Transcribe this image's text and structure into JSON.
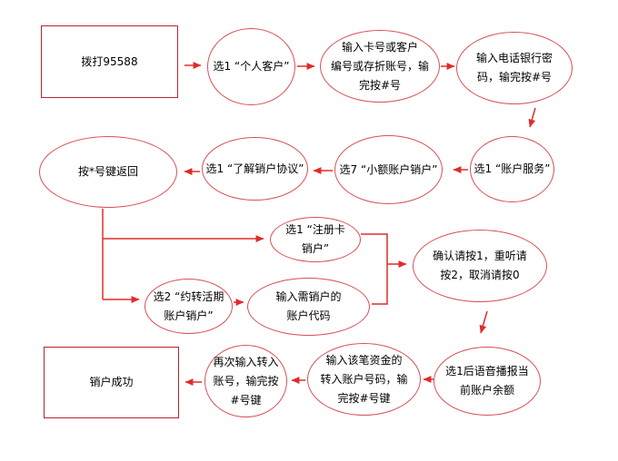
{
  "diagram": {
    "description": "Phone-banking account closing flowchart (IVR steps for 95588)",
    "colors": {
      "rectangle_border": "#b3272d",
      "ellipse_border": "#d94f54",
      "arrow": "#e02b2b",
      "text": "#000000",
      "background": "#ffffff"
    },
    "nodes": {
      "dial": {
        "shape": "rectangle",
        "label": "拨打95588"
      },
      "personal_customer": {
        "shape": "ellipse",
        "label": "选1 “个人客户”"
      },
      "card_number": {
        "shape": "ellipse",
        "label": "输入卡号或客户\n编号或存折账号，输\n完按#号"
      },
      "password": {
        "shape": "ellipse",
        "label": "输入电话银行密\n码，输完按#号"
      },
      "account_service": {
        "shape": "ellipse",
        "label": "选1 “账户服务”"
      },
      "small_account_close": {
        "shape": "ellipse",
        "label": "选7 “小额账户销户”"
      },
      "close_agreement": {
        "shape": "ellipse",
        "label": "选1 “了解销户协议”"
      },
      "return_key": {
        "shape": "ellipse",
        "label": "按*号键返回"
      },
      "reg_card_close": {
        "shape": "ellipse",
        "label": "选1 “注册卡\n销户”"
      },
      "auto_transfer_close": {
        "shape": "ellipse",
        "label": "选2 “约转活期\n账户销户”"
      },
      "account_code": {
        "shape": "ellipse",
        "label": "输入需销户的\n账户代码"
      },
      "confirm": {
        "shape": "ellipse",
        "label": "确认请按1，重听请\n按2，取消请按0"
      },
      "voice_balance": {
        "shape": "ellipse",
        "label": "选1后语音播报当\n前账户余额"
      },
      "transfer_account": {
        "shape": "ellipse",
        "label": "输入该笔资金的\n转入账户号码，输\n完按#号键"
      },
      "reenter_account": {
        "shape": "ellipse",
        "label": "再次输入转入\n账号，输完按\n#号键"
      },
      "success": {
        "shape": "rectangle",
        "label": "销户成功"
      }
    },
    "edges": [
      {
        "from": "dial",
        "to": "personal_customer"
      },
      {
        "from": "personal_customer",
        "to": "card_number"
      },
      {
        "from": "card_number",
        "to": "password"
      },
      {
        "from": "password",
        "to": "account_service"
      },
      {
        "from": "account_service",
        "to": "small_account_close"
      },
      {
        "from": "small_account_close",
        "to": "close_agreement"
      },
      {
        "from": "close_agreement",
        "to": "return_key"
      },
      {
        "from": "return_key",
        "to": "reg_card_close"
      },
      {
        "from": "return_key",
        "to": "auto_transfer_close"
      },
      {
        "from": "auto_transfer_close",
        "to": "account_code"
      },
      {
        "from": "reg_card_close",
        "to": "confirm"
      },
      {
        "from": "account_code",
        "to": "confirm"
      },
      {
        "from": "confirm",
        "to": "voice_balance"
      },
      {
        "from": "voice_balance",
        "to": "transfer_account"
      },
      {
        "from": "transfer_account",
        "to": "reenter_account"
      },
      {
        "from": "reenter_account",
        "to": "success"
      }
    ]
  }
}
